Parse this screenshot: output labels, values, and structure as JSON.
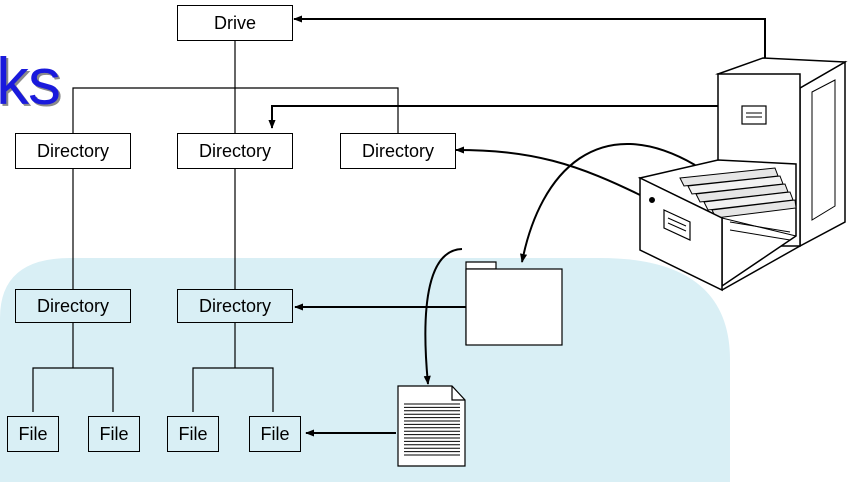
{
  "diagram": {
    "title_fragment": "ks",
    "drive_label": "Drive",
    "top_directories": [
      "Directory",
      "Directory",
      "Directory"
    ],
    "sub_directories": [
      "Directory",
      "Directory"
    ],
    "files": [
      "File",
      "File",
      "File",
      "File"
    ]
  },
  "colors": {
    "title": "#1a1adc",
    "title_shadow": "#8a8a8a",
    "background_blob": "#d9eff5",
    "lines": "#000000"
  },
  "icons": [
    "filing-cabinet-icon",
    "folder-icon",
    "document-icon"
  ]
}
